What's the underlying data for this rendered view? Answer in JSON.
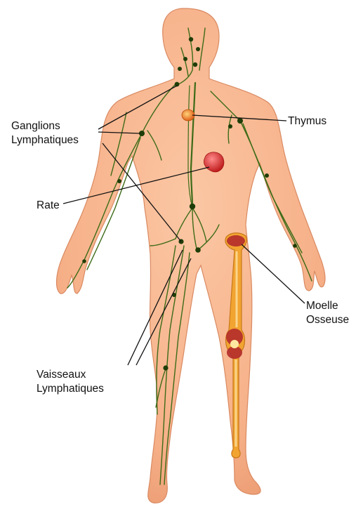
{
  "labels": {
    "ganglions": [
      "Ganglions",
      "Lymphatiques"
    ],
    "thymus": "Thymus",
    "rate": "Rate",
    "moelle": [
      "Moelle",
      "Osseuse"
    ],
    "vaisseaux": [
      "Vaisseaux",
      "Lymphatiques"
    ]
  },
  "colors": {
    "skin": "#f7b48e",
    "skin_edge": "#d98a62",
    "lymph": "#2f5a10",
    "lymph_node": "#1f3d08",
    "thymus": "#e86a1a",
    "spleen": "#d42a2a",
    "bone": "#f2a431",
    "marrow": "#b32b2b",
    "leader": "#111111"
  }
}
